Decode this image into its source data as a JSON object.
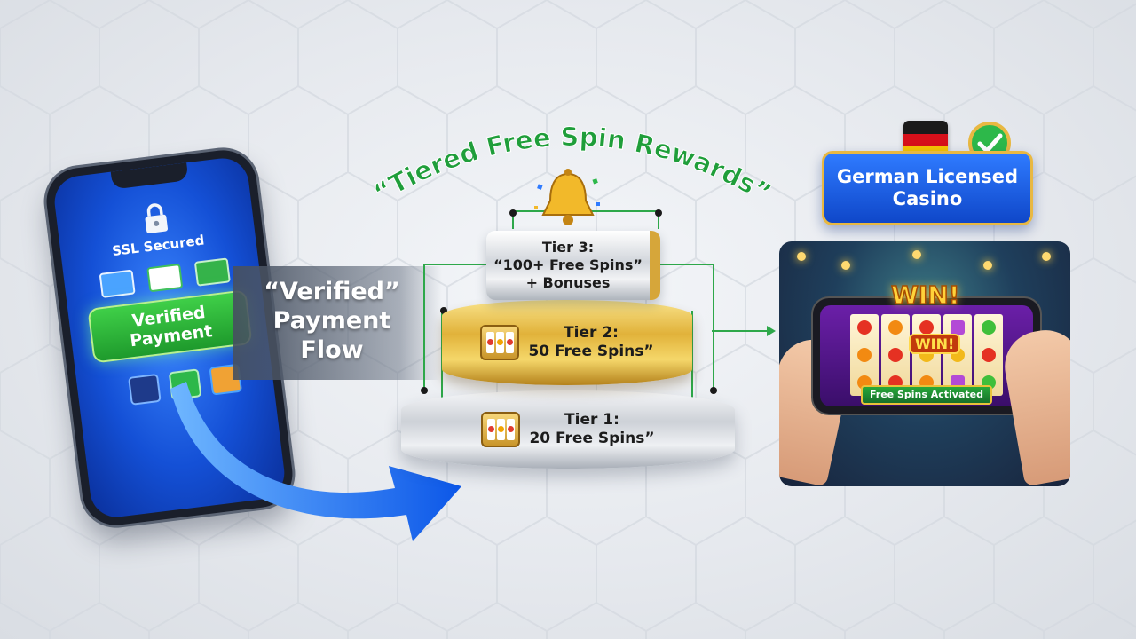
{
  "title": "“Tiered Free Spin Rewards”",
  "phone": {
    "security_label": "SSL Secured",
    "verified_button": {
      "line1": "Verified",
      "line2": "Payment"
    }
  },
  "flow": {
    "line1": "“Verified”",
    "line2": "Payment",
    "line3": "Flow"
  },
  "tiers": [
    {
      "line1": "Tier 1:",
      "line2": "20 Free Spins”"
    },
    {
      "line1": "Tier 2:",
      "line2": "50 Free Spins”"
    },
    {
      "line1": "Tier 3:",
      "line2": "“100+ Free Spins”",
      "line3": "+ Bonuses"
    }
  ],
  "badge": {
    "line1": "German Licensed",
    "line2": "Casino"
  },
  "game": {
    "win_top": "WIN!",
    "win_middle": "WIN!",
    "status_bar": "Free Spins Activated"
  },
  "colors": {
    "title_green": "#1f9e3a",
    "phone_blue": "#1450d6",
    "verified_green": "#2bb33a",
    "gold": "#e1b23a",
    "badge_blue": "#1d5ee8"
  },
  "icons": [
    "lock-icon",
    "credit-card-icon",
    "wallet-icon",
    "bell-icon",
    "slot-machine-icon",
    "german-flag-icon",
    "checkmark-icon",
    "arrow-icon"
  ]
}
